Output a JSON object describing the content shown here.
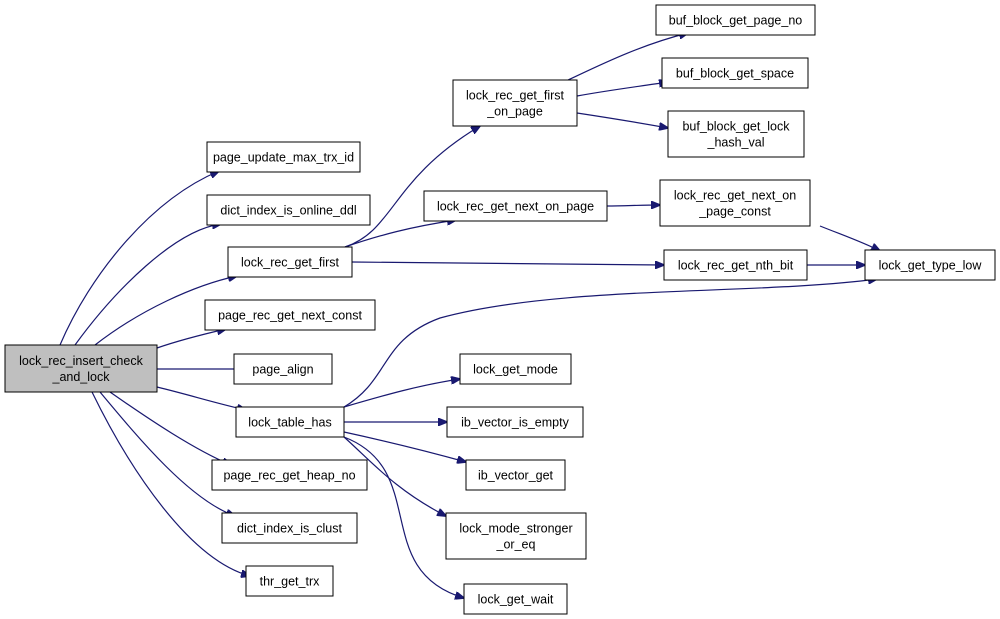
{
  "graph": {
    "colors": {
      "edge": "#191970",
      "root_fill": "#bfbfbf",
      "node_fill": "#ffffff",
      "border": "#000000"
    },
    "nodes": [
      {
        "id": "lock_rec_insert_check_and_lock",
        "lines": [
          "lock_rec_insert_check",
          "_and_lock"
        ],
        "root": true
      },
      {
        "id": "page_update_max_trx_id",
        "lines": [
          "page_update_max_trx_id"
        ]
      },
      {
        "id": "dict_index_is_online_ddl",
        "lines": [
          "dict_index_is_online_ddl"
        ]
      },
      {
        "id": "lock_rec_get_first",
        "lines": [
          "lock_rec_get_first"
        ]
      },
      {
        "id": "page_rec_get_next_const",
        "lines": [
          "page_rec_get_next_const"
        ]
      },
      {
        "id": "page_align",
        "lines": [
          "page_align"
        ]
      },
      {
        "id": "lock_table_has",
        "lines": [
          "lock_table_has"
        ]
      },
      {
        "id": "page_rec_get_heap_no",
        "lines": [
          "page_rec_get_heap_no"
        ]
      },
      {
        "id": "dict_index_is_clust",
        "lines": [
          "dict_index_is_clust"
        ]
      },
      {
        "id": "thr_get_trx",
        "lines": [
          "thr_get_trx"
        ]
      },
      {
        "id": "lock_rec_get_first_on_page",
        "lines": [
          "lock_rec_get_first",
          "_on_page"
        ]
      },
      {
        "id": "lock_rec_get_next_on_page",
        "lines": [
          "lock_rec_get_next_on_page"
        ]
      },
      {
        "id": "lock_rec_get_nth_bit",
        "lines": [
          "lock_rec_get_nth_bit"
        ]
      },
      {
        "id": "buf_block_get_page_no",
        "lines": [
          "buf_block_get_page_no"
        ]
      },
      {
        "id": "buf_block_get_space",
        "lines": [
          "buf_block_get_space"
        ]
      },
      {
        "id": "buf_block_get_lock_hash_val",
        "lines": [
          "buf_block_get_lock",
          "_hash_val"
        ]
      },
      {
        "id": "lock_rec_get_next_on_page_const",
        "lines": [
          "lock_rec_get_next_on",
          "_page_const"
        ]
      },
      {
        "id": "lock_get_type_low",
        "lines": [
          "lock_get_type_low"
        ]
      },
      {
        "id": "lock_get_mode",
        "lines": [
          "lock_get_mode"
        ]
      },
      {
        "id": "ib_vector_is_empty",
        "lines": [
          "ib_vector_is_empty"
        ]
      },
      {
        "id": "ib_vector_get",
        "lines": [
          "ib_vector_get"
        ]
      },
      {
        "id": "lock_mode_stronger_or_eq",
        "lines": [
          "lock_mode_stronger",
          "_or_eq"
        ]
      },
      {
        "id": "lock_get_wait",
        "lines": [
          "lock_get_wait"
        ]
      }
    ],
    "edges": [
      {
        "from": "lock_rec_insert_check_and_lock",
        "to": "page_update_max_trx_id"
      },
      {
        "from": "lock_rec_insert_check_and_lock",
        "to": "dict_index_is_online_ddl"
      },
      {
        "from": "lock_rec_insert_check_and_lock",
        "to": "lock_rec_get_first"
      },
      {
        "from": "lock_rec_insert_check_and_lock",
        "to": "page_rec_get_next_const"
      },
      {
        "from": "lock_rec_insert_check_and_lock",
        "to": "page_align"
      },
      {
        "from": "lock_rec_insert_check_and_lock",
        "to": "lock_table_has"
      },
      {
        "from": "lock_rec_insert_check_and_lock",
        "to": "page_rec_get_heap_no"
      },
      {
        "from": "lock_rec_insert_check_and_lock",
        "to": "dict_index_is_clust"
      },
      {
        "from": "lock_rec_insert_check_and_lock",
        "to": "thr_get_trx"
      },
      {
        "from": "lock_rec_get_first",
        "to": "lock_rec_get_first_on_page"
      },
      {
        "from": "lock_rec_get_first",
        "to": "lock_rec_get_next_on_page"
      },
      {
        "from": "lock_rec_get_first",
        "to": "lock_rec_get_nth_bit"
      },
      {
        "from": "lock_rec_get_first_on_page",
        "to": "buf_block_get_page_no"
      },
      {
        "from": "lock_rec_get_first_on_page",
        "to": "buf_block_get_space"
      },
      {
        "from": "lock_rec_get_first_on_page",
        "to": "buf_block_get_lock_hash_val"
      },
      {
        "from": "lock_rec_get_next_on_page",
        "to": "lock_rec_get_next_on_page_const"
      },
      {
        "from": "lock_rec_get_next_on_page_const",
        "to": "lock_get_type_low"
      },
      {
        "from": "lock_rec_get_nth_bit",
        "to": "lock_get_type_low"
      },
      {
        "from": "lock_table_has",
        "to": "lock_get_type_low"
      },
      {
        "from": "lock_table_has",
        "to": "lock_get_mode"
      },
      {
        "from": "lock_table_has",
        "to": "ib_vector_is_empty"
      },
      {
        "from": "lock_table_has",
        "to": "ib_vector_get"
      },
      {
        "from": "lock_table_has",
        "to": "lock_mode_stronger_or_eq"
      },
      {
        "from": "lock_table_has",
        "to": "lock_get_wait"
      }
    ]
  }
}
